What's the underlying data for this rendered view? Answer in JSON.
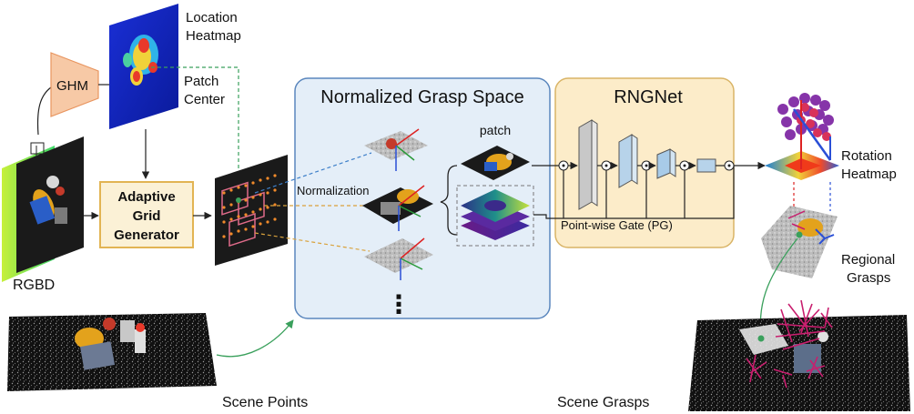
{
  "labels": {
    "location_heatmap": [
      "Location",
      "Heatmap"
    ],
    "patch_center": [
      "Patch",
      "Center"
    ],
    "ghm": "GHM",
    "rgbd": "RGBD",
    "adaptive_grid_generator": [
      "Adaptive",
      "Grid",
      "Generator"
    ],
    "normalized_grasp_space": "Normalized Grasp Space",
    "normalization": "Normalization",
    "patch": "patch",
    "ellipsis": "⋮",
    "rngnet": "RNGNet",
    "pointwise_gate": "Point-wise Gate (PG)",
    "rotation_heatmap": [
      "Rotation",
      "Heatmap"
    ],
    "regional_grasps": [
      "Regional",
      "Grasps"
    ],
    "scene_points": "Scene Points",
    "scene_grasps": "Scene Grasps"
  },
  "colors": {
    "ghm_fill": "#f7c9a6",
    "ghm_stroke": "#e8955f",
    "agg_fill": "#fbf1d6",
    "agg_stroke": "#e2b453",
    "ngs_fill": "#e4eef8",
    "ngs_stroke": "#5a86bd",
    "rng_fill": "#fcecc9",
    "rng_stroke": "#d9b466",
    "blue_dash": "#3d7fc9",
    "orange_dash": "#d9a23c",
    "green_dash": "#3aa05c",
    "grasp_magenta": "#c81e6e"
  },
  "icons": {
    "gate": "circle-dot-icon",
    "arrow": "arrow-right-icon"
  }
}
